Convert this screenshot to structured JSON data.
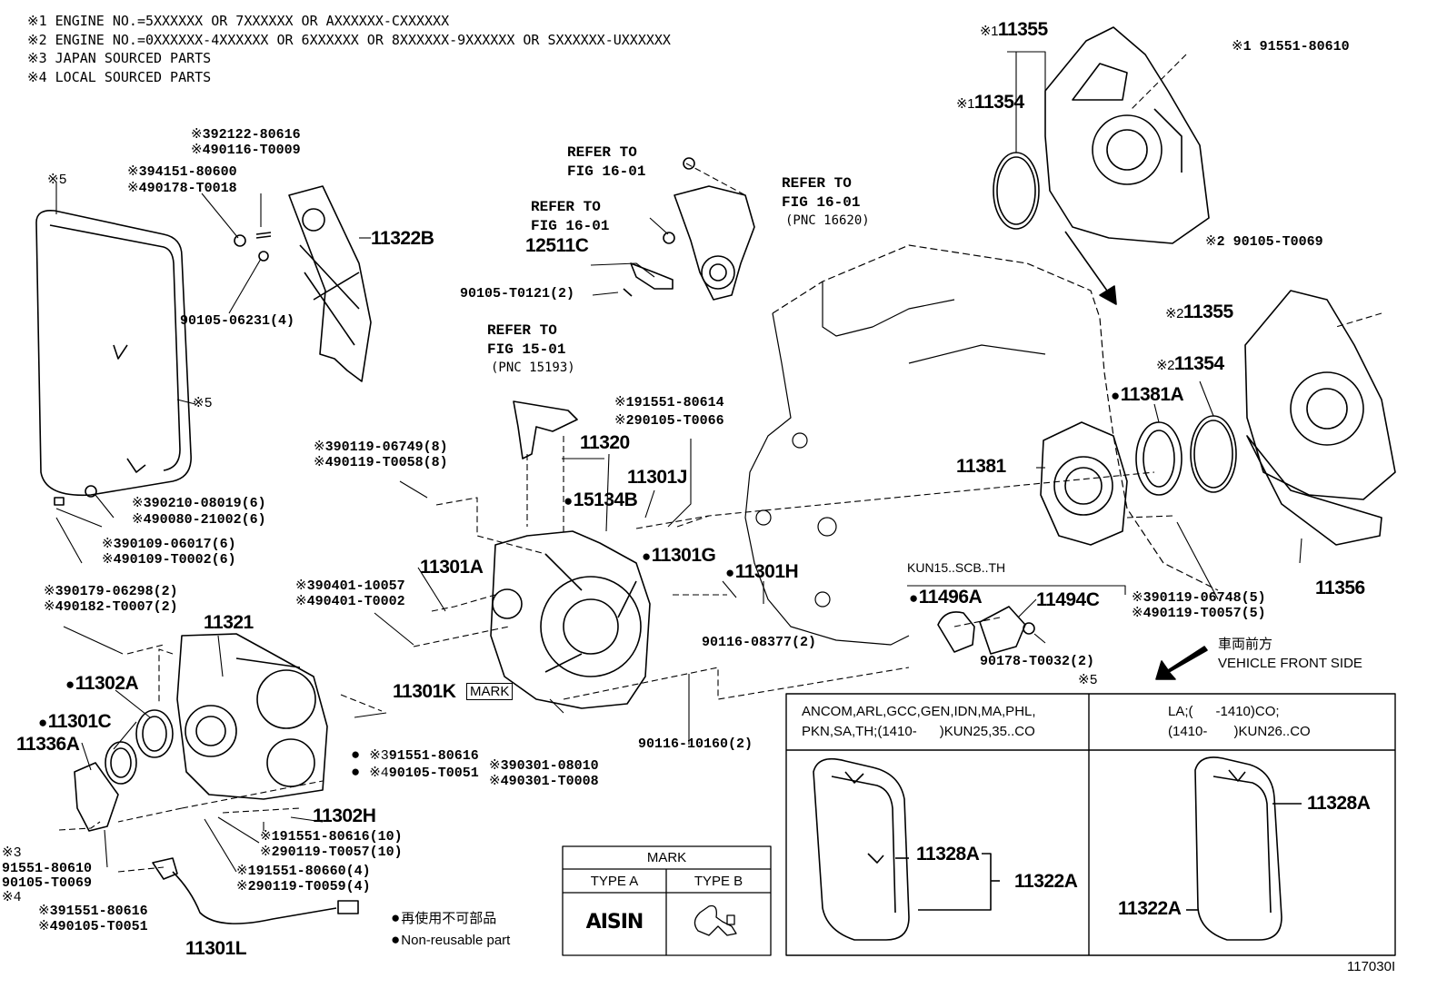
{
  "notes": [
    "※1 ENGINE NO.=5XXXXXX OR 7XXXXXX OR AXXXXXX-CXXXXXX",
    "※2 ENGINE NO.=0XXXXXX-4XXXXXX OR 6XXXXXX OR 8XXXXXX-9XXXXXX OR SXXXXXX-UXXXXXX",
    "※3 JAPAN SOURCED PARTS",
    "※4 LOCAL SOURCED PARTS"
  ],
  "refs": {
    "fig16_a": [
      "REFER TO",
      "FIG 16-01"
    ],
    "fig16_b": [
      "REFER TO",
      "FIG 16-01"
    ],
    "fig16_c": [
      "REFER TO",
      "FIG 16-01"
    ],
    "fig16_c_pnc": "(PNC 16620)",
    "fig15": [
      "REFER TO",
      "FIG 15-01"
    ],
    "fig15_pnc": "(PNC 15193)"
  },
  "labels": {
    "s5_top": "5",
    "s5_mid": "5",
    "n92122": "392122-80616",
    "n90116": "490116-T0009",
    "n94151": "394151-80600",
    "n90178": "490178-T0018",
    "p11322B": "11322B",
    "n90105_06231": "90105-06231(4)",
    "n90210": "390210-08019(6)",
    "n90080": "490080-21002(6)",
    "n90109a": "390109-06017(6)",
    "n90109b": "490109-T0002(6)",
    "n90179": "390179-06298(2)",
    "n90182": "490182-T0007(2)",
    "p11321": "11321",
    "p11302A": "11302A",
    "p11301C": "11301C",
    "p11336A": "11336A",
    "n91551_lower": "91551-80610",
    "n90105_lower": "90105-T0069",
    "ast3_low": "3",
    "ast4_low": "4",
    "n91551_16": "391551-80616",
    "n90105_51": "490105-T0051",
    "p11301L": "11301L",
    "p11302H": "11302H",
    "n91551_10": "191551-80616(10)",
    "n90119_10": "290119-T0057(10)",
    "n91551_660": "191551-80660(4)",
    "n90119_59": "290119-T0059(4)",
    "p12511C": "12511C",
    "n90105_121": "90105-T0121(2)",
    "n90119_749": "390119-06749(8)",
    "n90119_58": "490119-T0058(8)",
    "n90401a": "390401-10057",
    "n90401b": "490401-T0002",
    "p11301A": "11301A",
    "p11301K": "11301K",
    "n3_91551": "91551-80616",
    "n4_90105": "90105-T0051",
    "mark_tag": "MARK",
    "n90301a": "390301-08010",
    "n90301b": "490301-T0008",
    "n90116_160": "90116-10160(2)",
    "p11320": "11320",
    "p15134B": "15134B",
    "p11301J": "11301J",
    "n1_91551_614": "191551-80614",
    "n2_90105_66": "290105-T0066",
    "p11301G": "11301G",
    "p11301H": "11301H",
    "n90116_377": "90116-08377(2)",
    "kun": "KUN15..SCB..TH",
    "p11496A": "11496A",
    "p11494C": "11494C",
    "n90178_32": "90178-T0032(2)",
    "s5_box": "5",
    "p11381": "11381",
    "p11381A": "11381A",
    "p11354_2": "11354",
    "p11355_2": "11355",
    "p11355_1": "11355",
    "p11354_1": "11354",
    "n1_91551_610": "1 91551-80610",
    "n2_90105_69": "2 90105-T0069",
    "p11356": "11356",
    "n90119_748": "390119-06748(5)",
    "n90119_57": "490119-T0057(5)",
    "vehicle_jp": "車両前方",
    "vehicle_en": "VEHICLE FRONT SIDE",
    "legend_jp": "再使用不可部品",
    "legend_en": "Non-reusable part",
    "figure_no": "117030I"
  },
  "mark_table": {
    "title": "MARK",
    "col_a": "TYPE A",
    "col_b": "TYPE B",
    "logo_a": "AISIN"
  },
  "variant_table": {
    "left_header_1": "ANCOM,ARL,GCC,GEN,IDN,MA,PHL,",
    "left_header_2": "PKN,SA,TH;(1410-      )KUN25,35..CO",
    "right_header_1": "LA;(      -1410)CO;",
    "right_header_2": "(1410-       )KUN26..CO",
    "l_11328A": "11328A",
    "l_11322A": "11322A",
    "r_11328A": "11328A",
    "r_11322A": "11322A"
  }
}
